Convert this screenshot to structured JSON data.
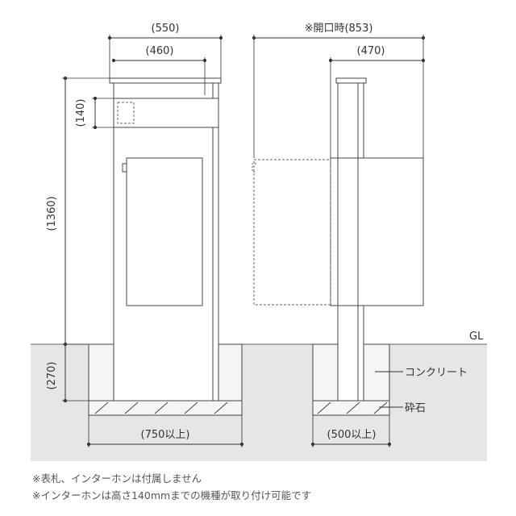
{
  "dimensions": {
    "total_width": "(550)",
    "body_width": "(460)",
    "intercom_height": "(140)",
    "total_height": "(1360)",
    "foundation_depth": "(270)",
    "foundation_width_front": "(750以上)",
    "open_width": "※開口時(853)",
    "side_depth": "(470)",
    "foundation_width_side": "(500以上)"
  },
  "labels": {
    "ground_level": "GL",
    "concrete": "コンクリート",
    "gravel": "砕石"
  },
  "notes": [
    "※表札、インターホンは付属しません",
    "※インターホンは高さ140mmまでの機種が取り付け可能です"
  ],
  "colors": {
    "ground": "#e6e6e6",
    "line": "#333333",
    "dash": "#666666"
  }
}
